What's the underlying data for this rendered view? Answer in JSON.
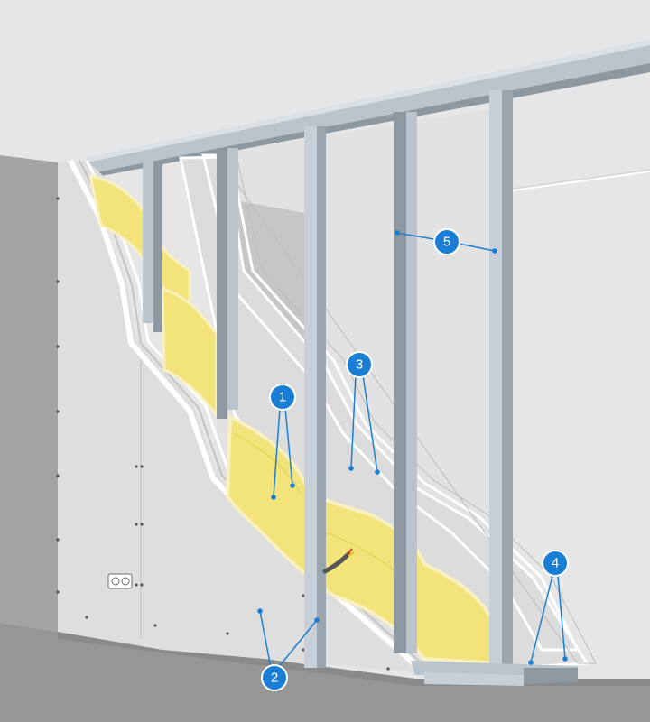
{
  "colors": {
    "background_wall": "#e6e6e6",
    "left_wall": "#a3a3a3",
    "floor": "#979797",
    "board": "#dedede",
    "board_edge": "#ffffff",
    "insulation": "#f2e47a",
    "insulation_edge": "#e8d55a",
    "stud": "#b9c4cc",
    "stud_dark": "#8d98a0",
    "callout": "#1a7fd4",
    "callout_line": "#1a7fd4"
  },
  "icons": {
    "socket": "double-power-socket-icon"
  },
  "callouts": [
    {
      "id": "1",
      "label": "1"
    },
    {
      "id": "2",
      "label": "2"
    },
    {
      "id": "3",
      "label": "3"
    },
    {
      "id": "4",
      "label": "4"
    },
    {
      "id": "5",
      "label": "5"
    }
  ]
}
